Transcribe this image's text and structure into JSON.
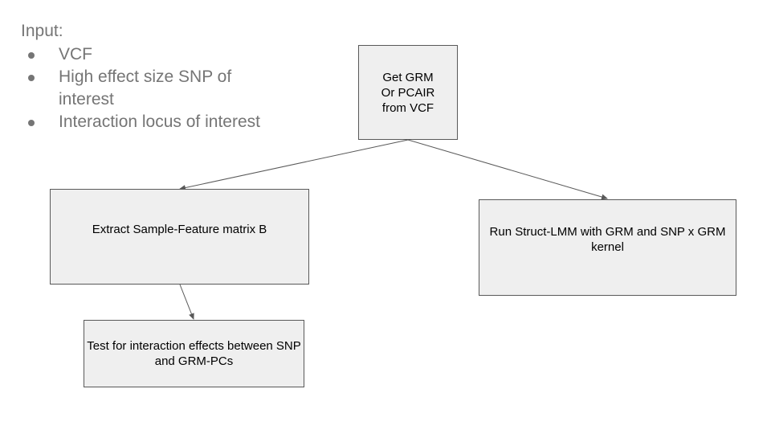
{
  "input": {
    "title": "Input:",
    "items": [
      "VCF",
      "High effect size SNP of interest",
      "Interaction locus of interest"
    ]
  },
  "nodes": {
    "grm": {
      "label": "Get GRM\nOr PCAIR\nfrom VCF"
    },
    "extract": {
      "label": "Extract Sample-Feature matrix B"
    },
    "struct_lmm": {
      "label": "Run Struct-LMM with GRM and SNP x GRM kernel"
    },
    "test": {
      "label": "Test for interaction effects between SNP and GRM-PCs"
    }
  },
  "edges": [
    {
      "from": "grm",
      "to": "extract"
    },
    {
      "from": "grm",
      "to": "struct_lmm"
    },
    {
      "from": "extract",
      "to": "test"
    }
  ],
  "colors": {
    "box_fill": "#efefef",
    "box_border": "#595959",
    "input_text": "#757575",
    "arrow": "#595959"
  }
}
